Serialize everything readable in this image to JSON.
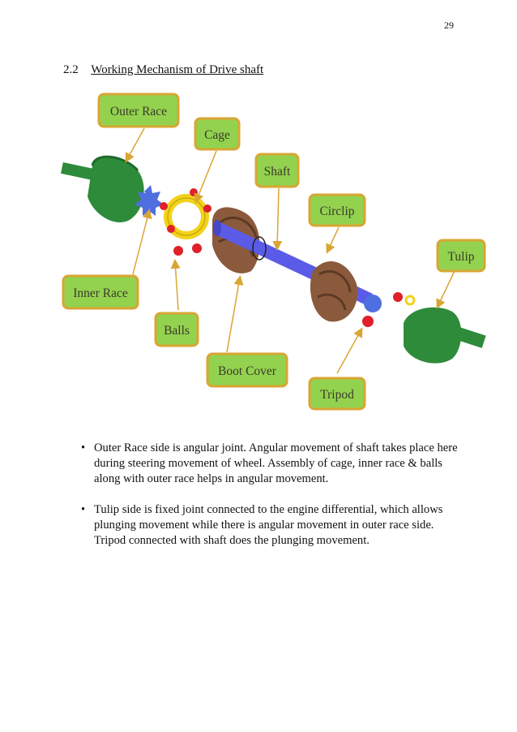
{
  "page_number": "29",
  "section": {
    "number": "2.2",
    "title": "Working Mechanism of Drive shaft"
  },
  "figure": {
    "labels": {
      "outer_race": "Outer Race",
      "cage": "Cage",
      "shaft": "Shaft",
      "circlip": "Circlip",
      "tulip": "Tulip",
      "inner_race": "Inner Race",
      "balls": "Balls",
      "boot_cover": "Boot Cover",
      "tripod": "Tripod"
    },
    "colors": {
      "label_bg": "#93d24f",
      "label_border": "#d9a633",
      "arrow": "#d9a633",
      "green_part": "#2e8b3a",
      "shaft": "#5b5be8",
      "boot": "#8b5a3c",
      "ball": "#e0202a",
      "cage": "#f2d21a"
    }
  },
  "bullets": [
    "Outer Race side is angular joint. Angular movement of shaft takes place here during steering movement of wheel. Assembly of cage, inner race & balls along with outer race helps in angular movement.",
    "Tulip side is fixed joint connected to the engine differential, which allows plunging movement while there is angular movement in outer race side. Tripod connected with shaft does the plunging movement."
  ]
}
